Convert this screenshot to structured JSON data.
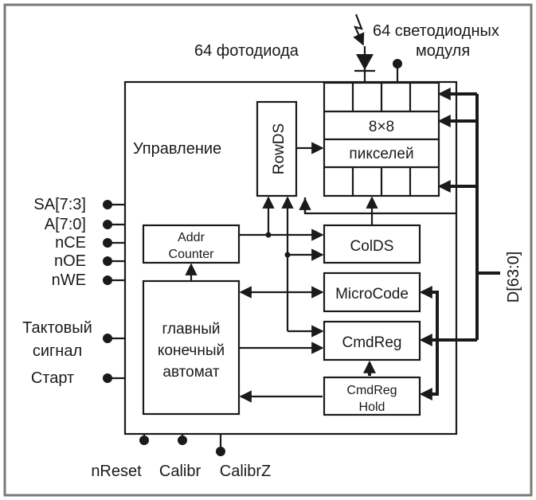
{
  "labels": {
    "photodiodes": "64 фотодиода",
    "leds_line1": "64 светодиодных",
    "leds_line2": "модуля",
    "control": "Управление",
    "rowds": "RowDS",
    "matrix_size": "8×8",
    "pixels": "пикселей",
    "addr_line1": "Addr",
    "addr_line2": "Counter",
    "colds": "ColDS",
    "microcode": "MicroCode",
    "cmdreg": "CmdReg",
    "cmdreghold_line1": "CmdReg",
    "cmdreghold_line2": "Hold",
    "fsm_line1": "главный",
    "fsm_line2": "конечный",
    "fsm_line3": "автомат",
    "data_bus": "D[63:0]"
  },
  "pins_left": [
    "SA[7:3]",
    "A[7:0]",
    "nCE",
    "nOE",
    "nWE"
  ],
  "clock_line1": "Тактовый",
  "clock_line2": "сигнал",
  "start": "Старт",
  "pins_bottom": [
    "nReset",
    "Calibr",
    "CalibrZ"
  ],
  "colors": {
    "line": "#1a1a1a",
    "frame": "#7a7a7a",
    "background": "#ffffff"
  }
}
